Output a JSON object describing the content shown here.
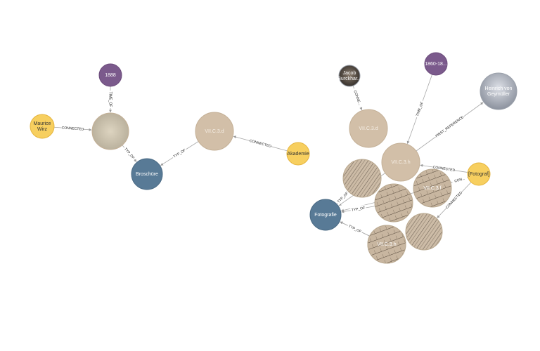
{
  "colors": {
    "time": "#7b5a8c",
    "person": "#f7cf5f",
    "category": "#587a96",
    "object": "#d2bfa8",
    "edge": "#a8a8a8",
    "light_text": "#ffffff",
    "dark_text": "#333333"
  },
  "nodes": [
    {
      "id": "n1888",
      "label": "1888",
      "kind": "time"
    },
    {
      "id": "nMaurice",
      "label": "Maurice Wirz",
      "kind": "person"
    },
    {
      "id": "nItem1",
      "label": "",
      "kind": "object"
    },
    {
      "id": "nBroschure",
      "label": "Broschüre",
      "kind": "category"
    },
    {
      "id": "nVII1",
      "label": "VII.C.3.d",
      "kind": "object"
    },
    {
      "id": "nAkademie",
      "label": "Akademie",
      "kind": "person"
    },
    {
      "id": "nJacob",
      "label": "Jacob Burckhar...",
      "kind": "portrait"
    },
    {
      "id": "n1860",
      "label": "1860-18...",
      "kind": "time"
    },
    {
      "id": "nHeinrich",
      "label": "Heinrich von Geymüller",
      "kind": "portrait"
    },
    {
      "id": "nVII2",
      "label": "VII.C.3.d",
      "kind": "object"
    },
    {
      "id": "nVII3",
      "label": "VII.C.3.h",
      "kind": "object"
    },
    {
      "id": "nFotograf",
      "label": "[Fotograf]",
      "kind": "person"
    },
    {
      "id": "nFotografie",
      "label": "Fotografie",
      "kind": "category"
    },
    {
      "id": "nVII4",
      "label": "VII.C.3.h",
      "kind": "sketch"
    },
    {
      "id": "nVII5",
      "label": "VII.C.3.f",
      "kind": "sketch"
    },
    {
      "id": "nVII6",
      "label": "",
      "kind": "sketch"
    },
    {
      "id": "nVII7",
      "label": "",
      "kind": "sketch"
    },
    {
      "id": "nVII8",
      "label": "",
      "kind": "sketch"
    },
    {
      "id": "nVII9",
      "label": "VII.C.3.h",
      "kind": "sketch"
    }
  ],
  "edges": [
    {
      "from": "n1888",
      "to": "nItem1",
      "label": "TIME_OF"
    },
    {
      "from": "nMaurice",
      "to": "nItem1",
      "label": "CONNECTED"
    },
    {
      "from": "nItem1",
      "to": "nBroschure",
      "label": "TYP_OF"
    },
    {
      "from": "nVII1",
      "to": "nBroschure",
      "label": "TYP_OF"
    },
    {
      "from": "nAkademie",
      "to": "nVII1",
      "label": "CONNECTED"
    },
    {
      "from": "nJacob",
      "to": "nVII2",
      "label": "CONNE..."
    },
    {
      "from": "n1860",
      "to": "nVII3",
      "label": "TIME_OF"
    },
    {
      "from": "nVII3",
      "to": "nHeinrich",
      "label": "FIRST_REFERENCE"
    },
    {
      "from": "nFotograf",
      "to": "nVII3",
      "label": "CONNECTED"
    },
    {
      "from": "nFotograf",
      "to": "nVII5",
      "label": "CON..."
    },
    {
      "from": "nFotograf",
      "to": "nVII8",
      "label": "CONNECTED"
    },
    {
      "from": "nVII4",
      "to": "nFotografie",
      "label": "TYP..."
    },
    {
      "from": "nVII6",
      "to": "nFotografie",
      "label": "TYP_OF"
    },
    {
      "from": "nVII7",
      "to": "nFotografie",
      "label": "TYP_OF"
    },
    {
      "from": "nVII9",
      "to": "nFotografie",
      "label": "TYP_OF"
    },
    {
      "from": "nVII3",
      "to": "nFotografie",
      "label": ""
    },
    {
      "from": "nVII5",
      "to": "nFotografie",
      "label": ""
    }
  ]
}
